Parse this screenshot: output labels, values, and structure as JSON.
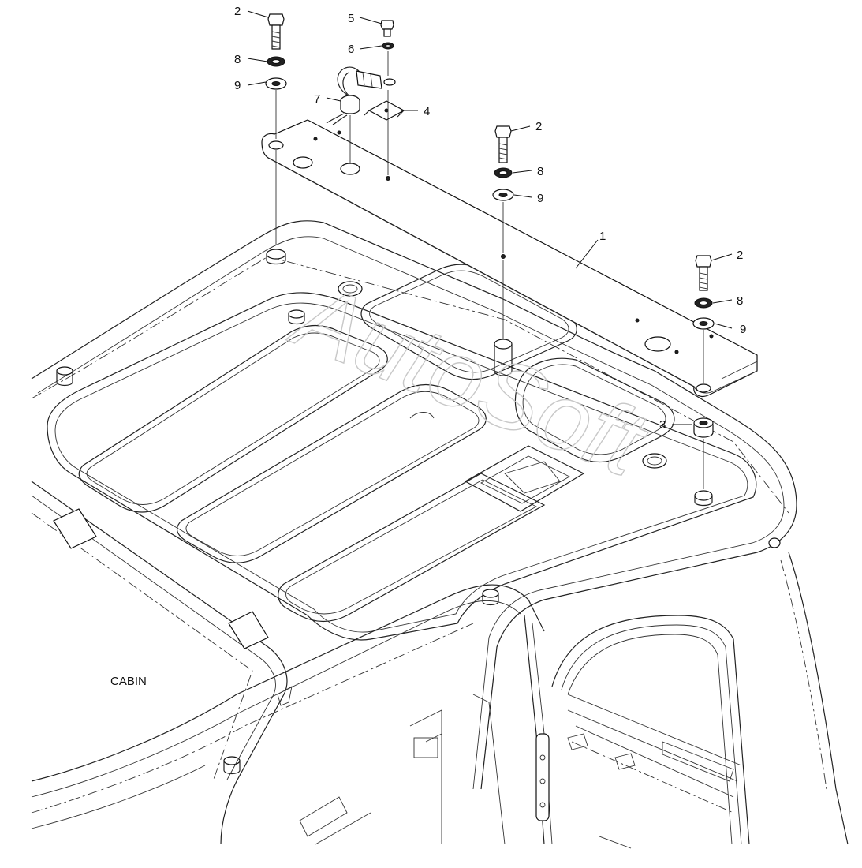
{
  "callouts": [
    {
      "id": "c2a",
      "text": "2"
    },
    {
      "id": "c8a",
      "text": "8"
    },
    {
      "id": "c9a",
      "text": "9"
    },
    {
      "id": "c5",
      "text": "5"
    },
    {
      "id": "c6",
      "text": "6"
    },
    {
      "id": "c7",
      "text": "7"
    },
    {
      "id": "c4",
      "text": "4"
    },
    {
      "id": "c2b",
      "text": "2"
    },
    {
      "id": "c8b",
      "text": "8"
    },
    {
      "id": "c9b",
      "text": "9"
    },
    {
      "id": "c1",
      "text": "1"
    },
    {
      "id": "c2c",
      "text": "2"
    },
    {
      "id": "c8c",
      "text": "8"
    },
    {
      "id": "c9c",
      "text": "9"
    },
    {
      "id": "c3",
      "text": "3"
    }
  ],
  "cabin_label": "CABIN",
  "watermark": "AutoSoft"
}
